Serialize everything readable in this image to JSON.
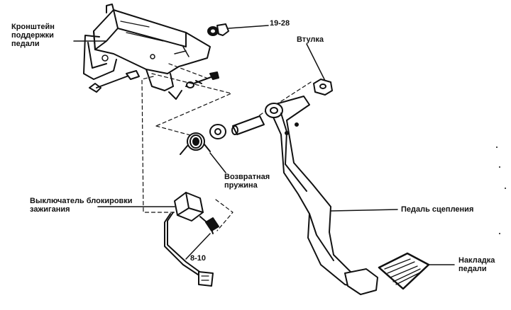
{
  "labels": {
    "bracket": [
      "Кронштейн",
      "поддержки",
      "педали"
    ],
    "torque_top": "19-28",
    "bushing": "Втулка",
    "return_spring": [
      "Возвратная",
      "пружина"
    ],
    "ignition_switch": [
      "Выключатель блокировки",
      "зажигания"
    ],
    "torque_bottom": "8-10",
    "clutch_pedal": "Педаль сцепления",
    "pedal_pad": [
      "Накладка",
      "педали"
    ]
  },
  "colors": {
    "ink": "#111111",
    "background": "#ffffff"
  }
}
